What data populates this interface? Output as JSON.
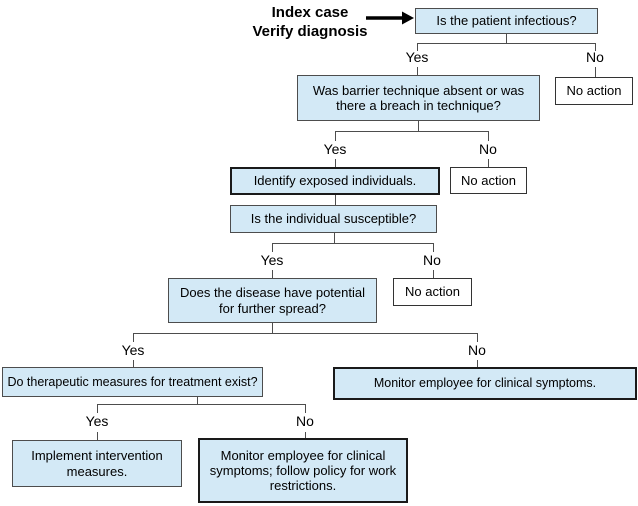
{
  "diagram": {
    "title_line1": "Index case",
    "title_line2": "Verify diagnosis",
    "branch_yes": "Yes",
    "branch_no": "No",
    "nodes": {
      "is_patient_infectious": "Is the patient infectious?",
      "no_action": "No action",
      "barrier_breach": "Was barrier technique absent or was there a breach in technique?",
      "identify_exposed": "Identify exposed individuals.",
      "is_susceptible": "Is the individual susceptible?",
      "further_spread": "Does the disease have potential for further spread?",
      "therapeutic_measures": "Do therapeutic measures for treatment exist?",
      "monitor_symptoms": "Monitor employee for clinical symptoms.",
      "implement_intervention": "Implement intervention measures.",
      "monitor_restrictions": "Monitor employee for clinical symptoms; follow policy for work restrictions."
    },
    "colors": {
      "node_fill": "#d3e9f6",
      "node_border": "#4d4d4d",
      "emphasis_border": "#1a1a1a",
      "connector_line": "#4d4d4d",
      "text": "#000000"
    }
  }
}
